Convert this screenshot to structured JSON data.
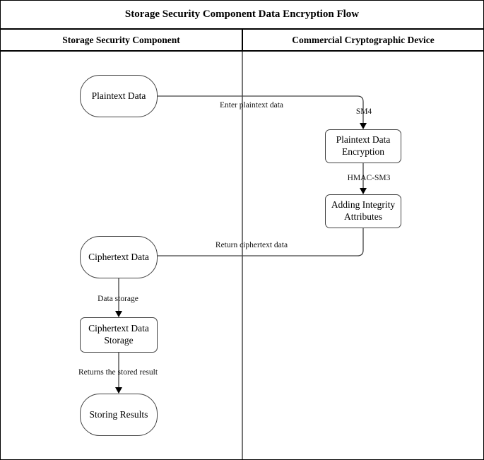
{
  "title": "Storage Security Component Data Encryption Flow",
  "lanes": [
    {
      "label": "Storage Security Component"
    },
    {
      "label": "Commercial Cryptographic Device"
    }
  ],
  "nodes": {
    "plaintext_data": {
      "label": "Plaintext Data",
      "shape": "terminator"
    },
    "plaintext_encryption": {
      "label": "Plaintext Data Encryption",
      "shape": "process"
    },
    "adding_integrity": {
      "label": "Adding Integrity Attributes",
      "shape": "process"
    },
    "ciphertext_data": {
      "label": "Ciphertext Data",
      "shape": "terminator"
    },
    "ciphertext_storage": {
      "label": "Ciphertext Data Storage",
      "shape": "process"
    },
    "storing_results": {
      "label": "Storing Results",
      "shape": "terminator"
    }
  },
  "edge_labels": {
    "enter_plaintext": "Enter plaintext data",
    "sm4": "SM4",
    "hmac_sm3": "HMAC-SM3",
    "return_ciphertext": "Return ciphertext data",
    "data_storage": "Data storage",
    "returns_stored": "Returns the stored result"
  },
  "colors": {
    "edge_stroke": "#424242",
    "arrow_fill": "#000000",
    "lane_divider": "#757575",
    "frame_border": "#000000"
  }
}
